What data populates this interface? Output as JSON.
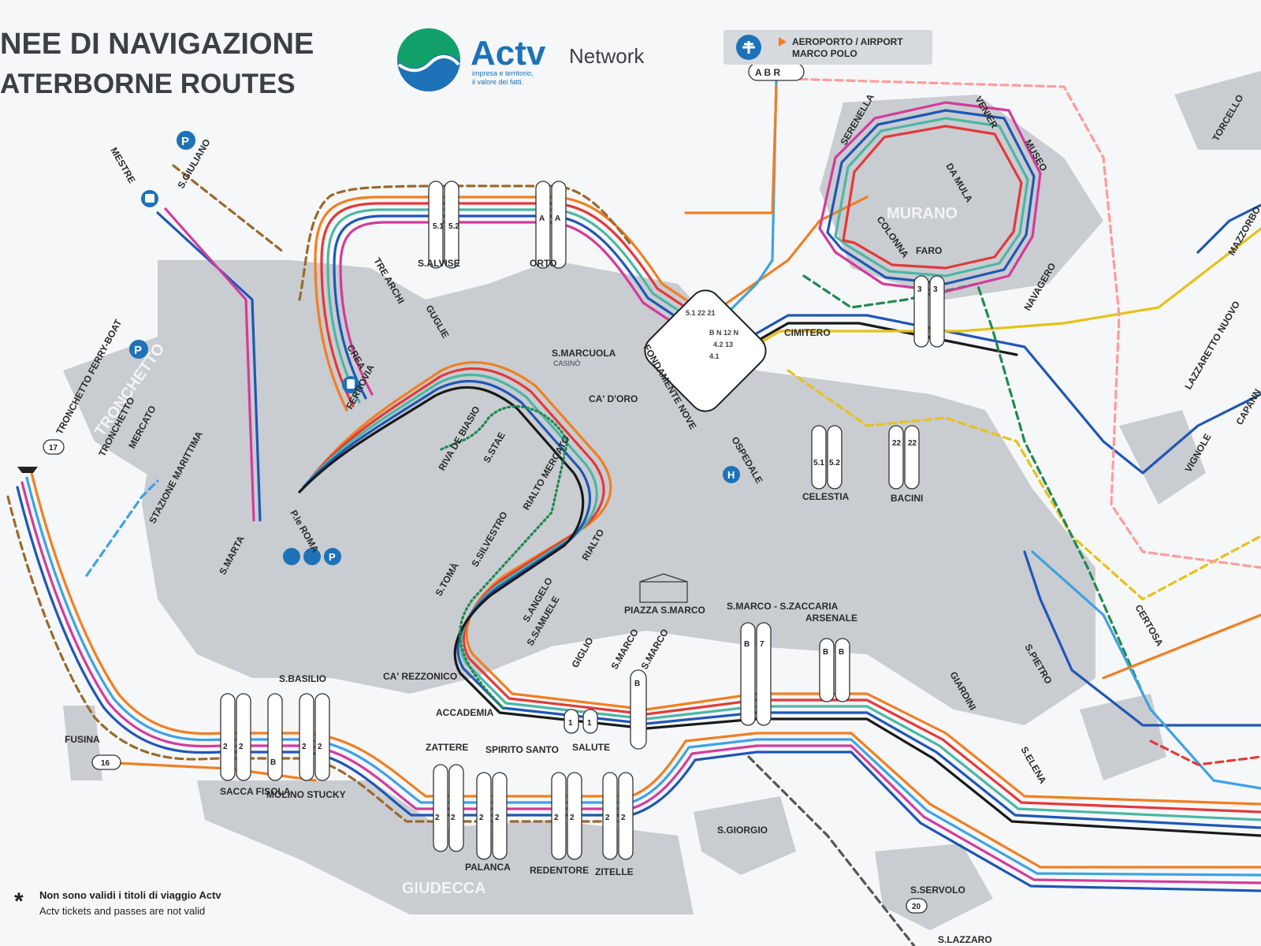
{
  "header": {
    "title_it": "NEE DI NAVIGAZIONE",
    "title_en": "ATERBORNE ROUTES",
    "brand_name": "Actv",
    "brand_tagline_1": "impresa e territorio,",
    "brand_tagline_2": "il valore dei fatti.",
    "brand_network": "Network",
    "airport_line1": "AEROPORTO / AIRPORT",
    "airport_line2": "MARCO POLO",
    "airport_code": "A B R"
  },
  "colors": {
    "sea": "#ffffff",
    "land": "#c9ccd1",
    "brand_green": "#12a06a",
    "brand_blue": "#1d72b8",
    "orange": "#f07f22",
    "red": "#e23a3a",
    "pink": "#d23c9b",
    "teal": "#4db6a5",
    "blue": "#1f57b5",
    "lightblue": "#3ea2e3",
    "black": "#1a1a1a",
    "yellow": "#e5c21a",
    "brown": "#9a6a2d",
    "darkgreen": "#1f8a4f"
  },
  "areas": {
    "murano": "MURANO",
    "giudecca": "GIUDECCA",
    "tronchetto": "TRONCHETTO"
  },
  "stops": [
    {
      "id": "tronchetto_ferry",
      "label": "TRONCHETTO FERRY-BOAT"
    },
    {
      "id": "tronchetto",
      "label": "TRONCHETTO"
    },
    {
      "id": "mercato",
      "label": "MERCATO"
    },
    {
      "id": "stazione_marittima",
      "label": "STAZIONE MARITTIMA"
    },
    {
      "id": "s_marta",
      "label": "S.MARTA"
    },
    {
      "id": "pleroma",
      "label": "P.le ROMA"
    },
    {
      "id": "ferrovia",
      "label": "FERROVIA"
    },
    {
      "id": "tre_archi",
      "label": "TRE ARCHI"
    },
    {
      "id": "guglie",
      "label": "GUGLIE"
    },
    {
      "id": "crea",
      "label": "CREA"
    },
    {
      "id": "s_alvise",
      "label": "S.ALVISE"
    },
    {
      "id": "orto",
      "label": "ORTO"
    },
    {
      "id": "s_marcuola",
      "label": "S.MARCUOLA"
    },
    {
      "id": "casino",
      "label": "CASINÒ"
    },
    {
      "id": "riva_de_biasio",
      "label": "RIVA DE BIASIO"
    },
    {
      "id": "s_stae",
      "label": "S.STAE"
    },
    {
      "id": "ca_doro",
      "label": "CA' D'ORO"
    },
    {
      "id": "rialto_mercato",
      "label": "RIALTO MERCATO"
    },
    {
      "id": "rialto",
      "label": "RIALTO"
    },
    {
      "id": "s_silvestro",
      "label": "S.SILVESTRO"
    },
    {
      "id": "s_toma",
      "label": "S.TOMÀ"
    },
    {
      "id": "s_angelo",
      "label": "S.ANGELO"
    },
    {
      "id": "s_samuele",
      "label": "S.SAMUELE"
    },
    {
      "id": "ca_rezzonico",
      "label": "CA' REZZONICO"
    },
    {
      "id": "accademia",
      "label": "ACCADEMIA"
    },
    {
      "id": "giglio",
      "label": "GIGLIO"
    },
    {
      "id": "salute",
      "label": "SALUTE"
    },
    {
      "id": "s_marco_vallaresso",
      "label": "S.MARCO"
    },
    {
      "id": "s_marco_giardinetti",
      "label": "S.MARCO"
    },
    {
      "id": "piazza_s_marco",
      "label": "PIAZZA S.MARCO"
    },
    {
      "id": "s_marco_zaccaria",
      "label": "S.MARCO - S.ZACCARIA"
    },
    {
      "id": "arsenale",
      "label": "ARSENALE"
    },
    {
      "id": "giardini",
      "label": "GIARDINI"
    },
    {
      "id": "s_elena",
      "label": "S.ELENA"
    },
    {
      "id": "s_pietro",
      "label": "S.PIETRO"
    },
    {
      "id": "certosa",
      "label": "CERTOSA"
    },
    {
      "id": "s_giorgio",
      "label": "S.GIORGIO"
    },
    {
      "id": "s_servolo",
      "label": "S.SERVOLO"
    },
    {
      "id": "s_lazzaro",
      "label": "S.LAZZARO"
    },
    {
      "id": "fondamente_nove",
      "label": "FONDAMENTE NOVE"
    },
    {
      "id": "ospedale",
      "label": "OSPEDALE"
    },
    {
      "id": "celestia",
      "label": "CELESTIA"
    },
    {
      "id": "bacini",
      "label": "BACINI"
    },
    {
      "id": "cimitero",
      "label": "CIMITERO"
    },
    {
      "id": "colonna",
      "label": "COLONNA"
    },
    {
      "id": "faro",
      "label": "FARO"
    },
    {
      "id": "navagero",
      "label": "NAVAGERO"
    },
    {
      "id": "serenella",
      "label": "SERENELLA"
    },
    {
      "id": "venier",
      "label": "VENIER"
    },
    {
      "id": "museo",
      "label": "MUSEO"
    },
    {
      "id": "da_mula",
      "label": "DA MULA"
    },
    {
      "id": "torcello",
      "label": "TORCELLO"
    },
    {
      "id": "mazzorbo",
      "label": "MAZZORBO"
    },
    {
      "id": "lazzaretto_nuovo",
      "label": "LAZZARETTO NUOVO"
    },
    {
      "id": "vignole",
      "label": "VIGNOLE"
    },
    {
      "id": "capannone",
      "label": "CAPANN"
    },
    {
      "id": "zattere",
      "label": "ZATTERE"
    },
    {
      "id": "spirito_santo",
      "label": "SPIRITO SANTO"
    },
    {
      "id": "palanca",
      "label": "PALANCA"
    },
    {
      "id": "redentore",
      "label": "REDENTORE"
    },
    {
      "id": "zitelle",
      "label": "ZITELLE"
    },
    {
      "id": "s_basilio",
      "label": "S.BASILIO"
    },
    {
      "id": "sacca_fisola",
      "label": "SACCA FISOLA"
    },
    {
      "id": "molino_stucky",
      "label": "MOLINO STUCKY"
    },
    {
      "id": "fusina",
      "label": "FUSINA"
    },
    {
      "id": "mestre",
      "label": "MESTRE"
    },
    {
      "id": "s_giuliano",
      "label": "S.GIULIANO"
    }
  ],
  "footer": {
    "note_it": "Non sono validi i titoli di viaggio Actv",
    "note_en": "Actv tickets and passes are not valid"
  }
}
